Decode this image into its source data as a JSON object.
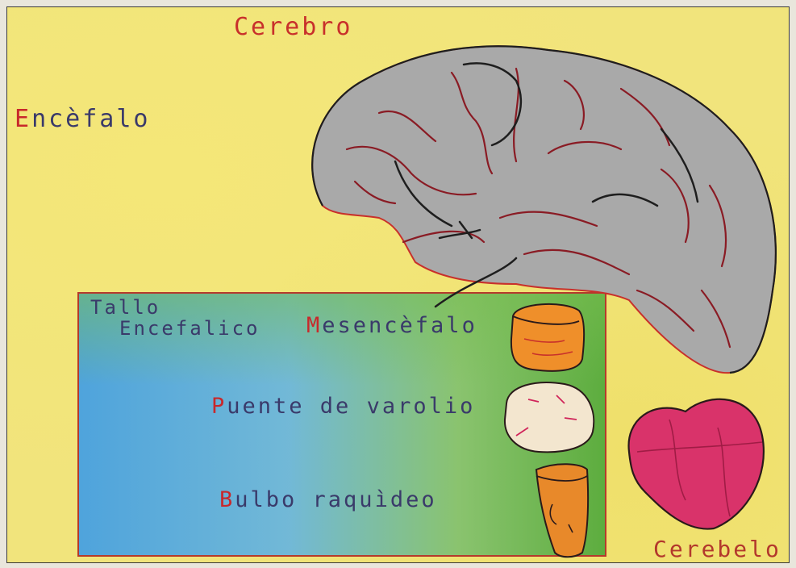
{
  "labels": {
    "cerebro": "Cerebro",
    "encefalo": "Encèfalo",
    "cerebelo": "Cerebelo",
    "tallo_line1": "Tallo",
    "tallo_line2": "Encefalico",
    "mesencefalo": "Mesencèfalo",
    "puente": "Puente de varolio",
    "bulbo": "Bulbo raquìdeo"
  },
  "colors": {
    "background": "#f1e47c",
    "cerebrum": "#a9a9a9",
    "cerebrum_outline": "#c8302b",
    "cerebellum": "#d9336a",
    "brainstem_box_blue": "#46a0e1",
    "brainstem_box_green": "#55aa3c",
    "midbrain": "#ef8f2a",
    "pons": "#f3e6cf",
    "medulla": "#e8892a",
    "initial_letter": "#c8282b"
  },
  "icons": [
    "cerebrum-drawing",
    "cerebellum-drawing",
    "midbrain-drawing",
    "pons-drawing",
    "medulla-drawing"
  ]
}
